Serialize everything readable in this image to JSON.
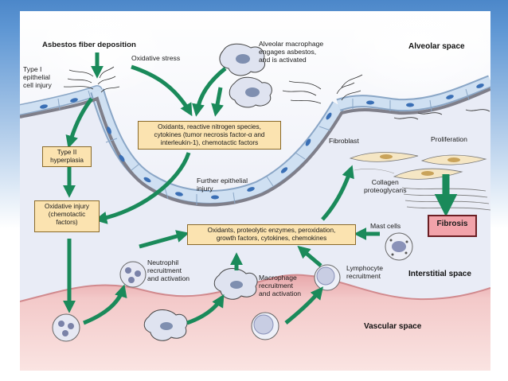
{
  "labels": {
    "asbestos": "Asbestos fiber deposition",
    "oxidative_stress": "Oxidative stress",
    "type1": "Type I\nepithelial\ncell injury",
    "alveolar_macrophage": "Alveolar macrophage\nengages asbestos,\nand is activated",
    "alveolar_space": "Alveolar space",
    "fibroblast": "Fibroblast",
    "proliferation": "Proliferation",
    "collagen": "Collagen\nproteoglycans",
    "further_injury": "Further epithelial\ninjury",
    "mast_cells": "Mast cells",
    "neutrophil": "Neutrophil\nrecruitment\nand activation",
    "macrophage_rec": "Macrophage\nrecruitment\nand activation",
    "lymphocyte": "Lymphocyte\nrecruitment",
    "interstitial_space": "Interstitial space",
    "vascular_space": "Vascular space"
  },
  "boxes": {
    "oxidants_top": "Oxidants, reactive nitrogen species,\ncytokines (tumor necrosis factor-α and\ninterleukin-1), chemotactic factors",
    "type2": "Type II\nhyperplasia",
    "oxidative_injury": "Oxidative injury\n(chemotactic\nfactors)",
    "oxidants_bottom": "Oxidants, proteolytic enzymes, peroxidation,\ngrowth factors, cytokines, chemokines",
    "fibrosis": "Fibrosis"
  },
  "colors": {
    "arrow": "#1a8a5a",
    "box_fill": "#fbe3b0",
    "fibrosis_fill": "#f2a3aa",
    "vascular": "#f1c4c4",
    "epithelium": "#c9dcef",
    "nucleus": "#3a6fb5"
  }
}
